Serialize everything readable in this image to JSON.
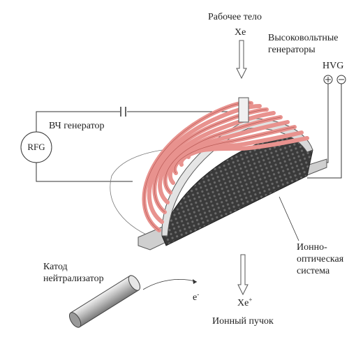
{
  "labels": {
    "working_body": "Рабочее тело",
    "xe_in": "Xe",
    "hv_generators_line1": "Высоковольтные",
    "hv_generators_line2": "генераторы",
    "hvg": "HVG",
    "hvg_plus": "⊕",
    "hvg_minus": "⊖",
    "rf_generator": "ВЧ генератор",
    "rfg": "RFG",
    "cathode_line1": "Катод",
    "cathode_line2": "нейтрализатор",
    "electron_symbol": "e",
    "electron_charge": "-",
    "xe_out": "Xe",
    "xe_out_charge": "+",
    "ion_beam": "Ионный пучок",
    "ion_optics_line1": "Ионно-",
    "ion_optics_line2": "оптическая",
    "ion_optics_line3": "система"
  },
  "colors": {
    "coil": "#e8928e",
    "coil_edge": "#b85a56",
    "grid": "#3a3a3a",
    "chamber": "#d9d9d9",
    "line": "#333333"
  }
}
